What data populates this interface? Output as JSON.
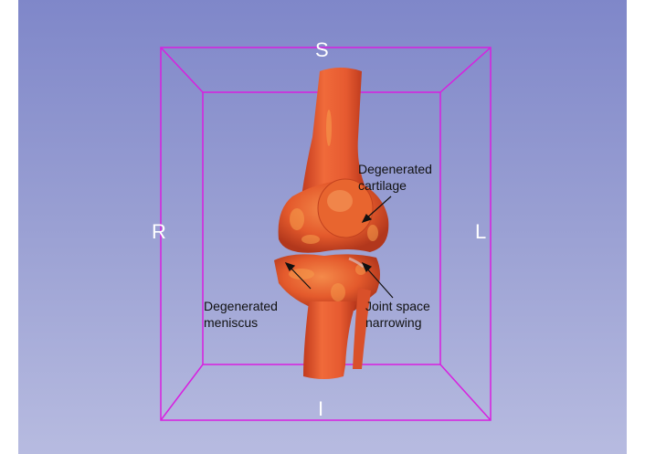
{
  "viewer": {
    "background_top": "#7f87c9",
    "background_bottom": "#b7bbe0",
    "bbox_color": "#d81fe0",
    "bone_color": "#e8572f"
  },
  "orientation": {
    "superior": "S",
    "inferior": "I",
    "right": "R",
    "left": "L"
  },
  "annotations": {
    "cartilage": [
      "Degenerated",
      "cartilage"
    ],
    "meniscus": [
      "Degenerated",
      "meniscus"
    ],
    "joint_space": [
      "Joint space",
      "narrowing"
    ]
  }
}
